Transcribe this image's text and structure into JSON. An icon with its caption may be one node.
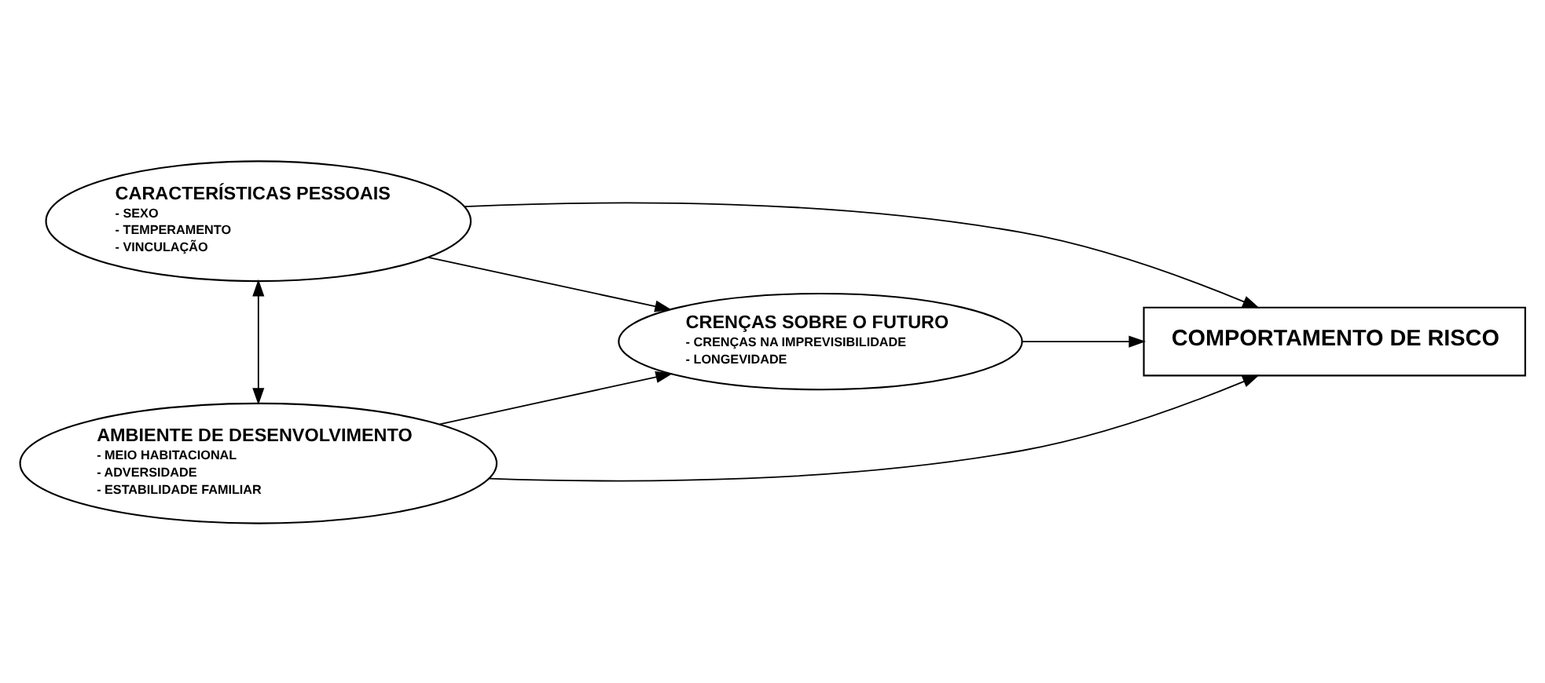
{
  "diagram": {
    "nodes": [
      {
        "text": [
          "CARACTERÍSTICAS PESSOAIS",
          "- SEXO",
          "- TEMPERAMENTO",
          "- VINCULAÇÃO"
        ]
      },
      {
        "text": [
          "AMBIENTE DE DESENVOLVIMENTO",
          "- MEIO HABITACIONAL",
          "- ADVERSIDADE",
          "- ESTABILIDADE FAMILIAR"
        ]
      },
      {
        "text": [
          "CRENÇAS SOBRE O FUTURO",
          "- CRENÇAS NA IMPREVISIBILIDADE",
          "- LONGEVIDADE"
        ]
      },
      {
        "text": [
          "COMPORTAMENTO DE RISCO"
        ]
      }
    ],
    "edges": [
      {
        "from": 0,
        "to": 1,
        "arrow": "both"
      },
      {
        "from": 0,
        "to": 2,
        "arrow": "to"
      },
      {
        "from": 1,
        "to": 2,
        "arrow": "to"
      },
      {
        "from": 0,
        "to": 3,
        "arrow": "to"
      },
      {
        "from": 2,
        "to": 3,
        "arrow": "to"
      },
      {
        "from": 1,
        "to": 3,
        "arrow": "to"
      }
    ]
  }
}
